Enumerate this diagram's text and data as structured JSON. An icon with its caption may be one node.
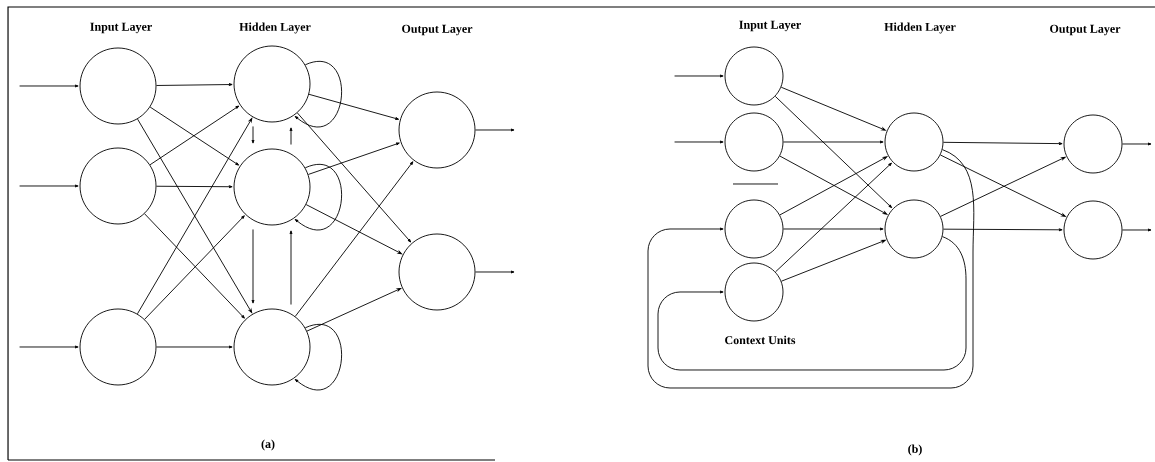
{
  "diagram": {
    "nodes": [
      {
        "text": [],
        "shape": "circle"
      },
      {
        "text": [],
        "shape": "circle"
      },
      {
        "text": [],
        "shape": "circle"
      },
      {
        "text": [],
        "shape": "circle"
      },
      {
        "text": [],
        "shape": "circle"
      },
      {
        "text": [],
        "shape": "circle"
      },
      {
        "text": [],
        "shape": "circle"
      },
      {
        "text": [],
        "shape": "circle"
      },
      {
        "text": [],
        "shape": "circle"
      },
      {
        "text": [],
        "shape": "circle"
      },
      {
        "text": [],
        "shape": "circle"
      },
      {
        "text": [],
        "shape": "circle"
      },
      {
        "text": [],
        "shape": "circle"
      },
      {
        "text": [],
        "shape": "circle"
      },
      {
        "text": [],
        "shape": "circle"
      },
      {
        "text": [],
        "shape": "circle"
      }
    ],
    "edges": [
      {
        "from": null,
        "to": 0,
        "arrow": "to"
      },
      {
        "from": null,
        "to": 1,
        "arrow": "to"
      },
      {
        "from": null,
        "to": 2,
        "arrow": "to"
      },
      {
        "from": 0,
        "to": 3,
        "arrow": "to"
      },
      {
        "from": 0,
        "to": 4,
        "arrow": "to"
      },
      {
        "from": 0,
        "to": 5,
        "arrow": "to"
      },
      {
        "from": 1,
        "to": 3,
        "arrow": "to"
      },
      {
        "from": 1,
        "to": 4,
        "arrow": "to"
      },
      {
        "from": 1,
        "to": 5,
        "arrow": "to"
      },
      {
        "from": 2,
        "to": 3,
        "arrow": "to"
      },
      {
        "from": 2,
        "to": 4,
        "arrow": "to"
      },
      {
        "from": 2,
        "to": 5,
        "arrow": "to"
      },
      {
        "from": 3,
        "to": 3,
        "arrow": "to"
      },
      {
        "from": 4,
        "to": 4,
        "arrow": "to"
      },
      {
        "from": 5,
        "to": 5,
        "arrow": "to"
      },
      {
        "from": 3,
        "to": 4,
        "arrow": "to"
      },
      {
        "from": 4,
        "to": 3,
        "arrow": "to"
      },
      {
        "from": 4,
        "to": 5,
        "arrow": "to"
      },
      {
        "from": 5,
        "to": 4,
        "arrow": "to"
      },
      {
        "from": 3,
        "to": 6,
        "arrow": "to"
      },
      {
        "from": 3,
        "to": 7,
        "arrow": "to"
      },
      {
        "from": 4,
        "to": 6,
        "arrow": "to"
      },
      {
        "from": 4,
        "to": 7,
        "arrow": "to"
      },
      {
        "from": 5,
        "to": 6,
        "arrow": "to"
      },
      {
        "from": 5,
        "to": 7,
        "arrow": "to"
      },
      {
        "from": 6,
        "to": null,
        "arrow": "to"
      },
      {
        "from": 7,
        "to": null,
        "arrow": "to"
      },
      {
        "from": null,
        "to": 8,
        "arrow": "to"
      },
      {
        "from": null,
        "to": 9,
        "arrow": "to"
      },
      {
        "from": 8,
        "to": 12,
        "arrow": "to"
      },
      {
        "from": 8,
        "to": 13,
        "arrow": "to"
      },
      {
        "from": 9,
        "to": 12,
        "arrow": "to"
      },
      {
        "from": 9,
        "to": 13,
        "arrow": "to"
      },
      {
        "from": 10,
        "to": 12,
        "arrow": "to"
      },
      {
        "from": 10,
        "to": 13,
        "arrow": "to"
      },
      {
        "from": 11,
        "to": 12,
        "arrow": "to"
      },
      {
        "from": 11,
        "to": 13,
        "arrow": "to"
      },
      {
        "from": 12,
        "to": 14,
        "arrow": "to"
      },
      {
        "from": 12,
        "to": 15,
        "arrow": "to"
      },
      {
        "from": 13,
        "to": 14,
        "arrow": "to"
      },
      {
        "from": 13,
        "to": 15,
        "arrow": "to"
      },
      {
        "from": 14,
        "to": null,
        "arrow": "to"
      },
      {
        "from": 15,
        "to": null,
        "arrow": "to"
      },
      {
        "from": 12,
        "to": 10,
        "arrow": "to"
      },
      {
        "from": 13,
        "to": 11,
        "arrow": "to"
      }
    ],
    "labels": [
      "Input Layer",
      "Hidden Layer",
      "Output Layer",
      "Input Layer",
      "Hidden Layer",
      "Output Layer",
      "Context Units",
      "(a)",
      "(b)"
    ]
  }
}
